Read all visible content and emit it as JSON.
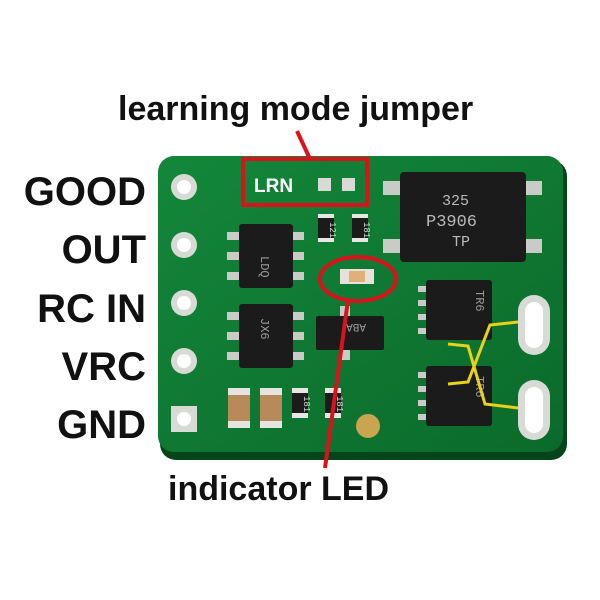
{
  "callouts": {
    "jumper": "learning mode jumper",
    "led": "indicator LED"
  },
  "pins": [
    "GOOD",
    "OUT",
    "RC IN",
    "VRC",
    "GND"
  ],
  "silkscreen": {
    "lrn": "LRN",
    "mosfet_top": "325",
    "mosfet_mid": "P3906",
    "mosfet_bot": "TP",
    "ic1": "LDQ",
    "ic2": "JX6",
    "ic3": "ABA",
    "res1": "121",
    "res2": "181",
    "res3": "181",
    "res4": "181",
    "relay1": "TR6",
    "relay2": "TR6"
  },
  "colors": {
    "pcb": "#0e7a33",
    "pcb_dark": "#0a5e27",
    "highlight": "#d9121b",
    "wire": "#e8d21a",
    "pad": "#c9ccc6",
    "chip": "#1a1a1a"
  }
}
